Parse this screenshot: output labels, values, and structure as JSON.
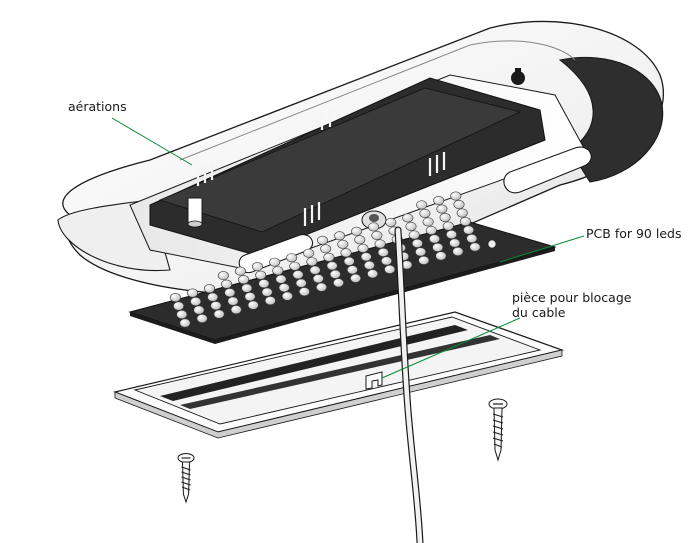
{
  "callouts": {
    "aerations": "aérations",
    "pcb": "PCB for 90 leds",
    "piece_line1": "pièce pour blocage",
    "piece_line2": "du cable"
  },
  "colors": {
    "leader_line": "#0a8a3a",
    "outline": "#1a1a1a",
    "dark_part": "#2c2c2c",
    "shell": "#fafafa"
  },
  "icons": {
    "screw": "screw-icon"
  }
}
